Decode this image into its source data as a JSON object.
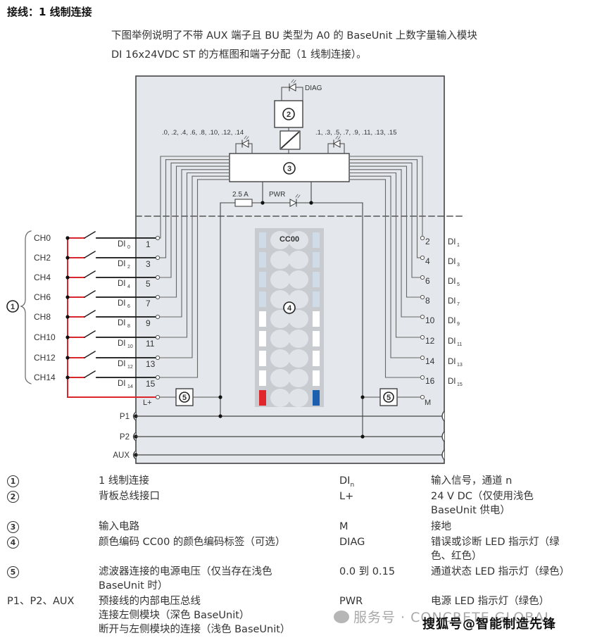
{
  "page_title": "接线：1 线制连接",
  "intro_lines": [
    "下图举例说明了不带 AUX 端子且 BU 类型为 A0 的 BaseUnit 上数字量输入模块",
    "DI 16x24VDC ST 的方框图和端子分配（1 线制连接）。"
  ],
  "diagram": {
    "diag_label": "DIAG",
    "marker_2": "2",
    "marker_3": "3",
    "marker_4": "4",
    "marker_5": "5",
    "marker_1": "1",
    "led_even_label": ".0, .2, .4, .6, .8, .10, .12, .14",
    "led_odd_label": ".1, .3, .5, .7, .9, .11, .13, .15",
    "fuse_label": "2.5 A",
    "pwr_label": "PWR",
    "color_code_label": "CC00",
    "left_channels": [
      {
        "ch": "CH0",
        "di": "DI",
        "sub": "0",
        "term": "1"
      },
      {
        "ch": "CH2",
        "di": "DI",
        "sub": "2",
        "term": "3"
      },
      {
        "ch": "CH4",
        "di": "DI",
        "sub": "4",
        "term": "5"
      },
      {
        "ch": "CH6",
        "di": "DI",
        "sub": "6",
        "term": "7"
      },
      {
        "ch": "CH8",
        "di": "DI",
        "sub": "8",
        "term": "9"
      },
      {
        "ch": "CH10",
        "di": "DI",
        "sub": "10",
        "term": "11"
      },
      {
        "ch": "CH12",
        "di": "DI",
        "sub": "12",
        "term": "13"
      },
      {
        "ch": "CH14",
        "di": "DI",
        "sub": "14",
        "term": "15"
      }
    ],
    "right_channels": [
      {
        "di": "DI",
        "sub": "1",
        "term": "2"
      },
      {
        "di": "DI",
        "sub": "3",
        "term": "4"
      },
      {
        "di": "DI",
        "sub": "5",
        "term": "6"
      },
      {
        "di": "DI",
        "sub": "7",
        "term": "8"
      },
      {
        "di": "DI",
        "sub": "9",
        "term": "10"
      },
      {
        "di": "DI",
        "sub": "11",
        "term": "12"
      },
      {
        "di": "DI",
        "sub": "13",
        "term": "14"
      },
      {
        "di": "DI",
        "sub": "15",
        "term": "16"
      }
    ],
    "lplus_label": "L+",
    "m_label": "M",
    "bus_labels": [
      "P1",
      "P2",
      "AUX"
    ],
    "colors": {
      "module_bg": "#e4e8ec",
      "wire_red": "#d9262b",
      "label_red": "#e0262b",
      "label_blue": "#1c5fae",
      "label_light": "#cfdbe6"
    }
  },
  "legend": {
    "left": [
      {
        "key": "1",
        "key_type": "circle",
        "desc": [
          "1 线制连接"
        ]
      },
      {
        "key": "2",
        "key_type": "circle",
        "desc": [
          "背板总线接口"
        ]
      },
      {
        "key": "3",
        "key_type": "circle",
        "desc": [
          "输入电路"
        ]
      },
      {
        "key": "4",
        "key_type": "circle",
        "desc": [
          "颜色编码 CC00 的颜色编码标签（可选）"
        ]
      },
      {
        "key": "5",
        "key_type": "circle",
        "desc": [
          "滤波器连接的电源电压（仅当存在浅色",
          "BaseUnit 时）"
        ]
      },
      {
        "key": "P1、P2、AUX",
        "key_type": "text",
        "desc": [
          "预接线的内部电压总线",
          "连接左侧模块（深色 BaseUnit）",
          "断开与左侧模块的连接（浅色 BaseUnit）"
        ]
      }
    ],
    "right": [
      {
        "key": "DI",
        "key_sub": "n",
        "desc": [
          "输入信号，通道 n"
        ]
      },
      {
        "key": "L+",
        "key_sub": "",
        "desc": [
          "24 V DC（仅使用浅色",
          "BaseUnit 供电）"
        ]
      },
      {
        "key": "M",
        "key_sub": "",
        "desc": [
          "接地"
        ]
      },
      {
        "key": "DIAG",
        "key_sub": "",
        "desc": [
          "错误或诊断 LED 指示灯（绿",
          "色、红色）"
        ]
      },
      {
        "key": "0.0 到 0.15",
        "key_sub": "",
        "desc": [
          "通道状态 LED 指示灯（绿色）"
        ]
      },
      {
        "key": "PWR",
        "key_sub": "",
        "desc": [
          "电源 LED 指示灯（绿色）"
        ]
      }
    ]
  },
  "watermark": {
    "service": "服务号 · CONCRETE GLOBAL",
    "source": "搜狐号@智能制造先锋"
  }
}
